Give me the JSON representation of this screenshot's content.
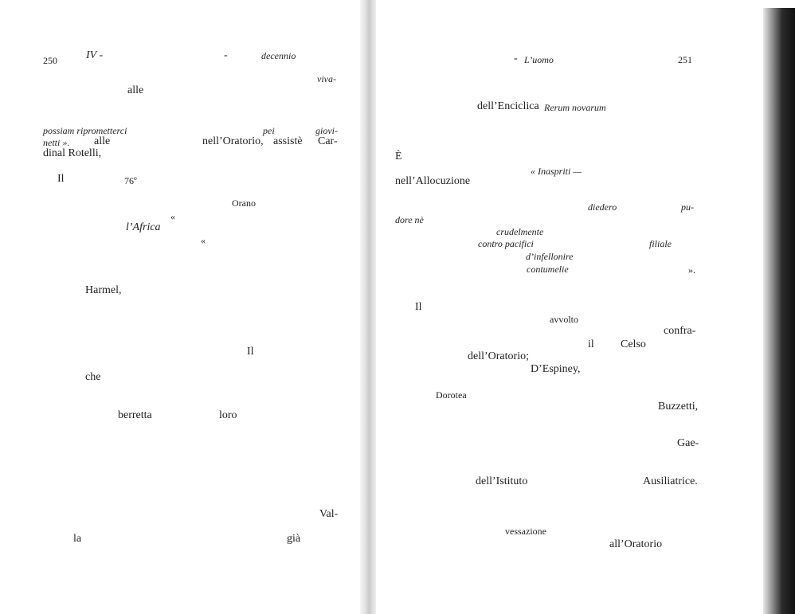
{
  "left_page": {
    "page_number": "250",
    "running_head": {
      "chapter": "IV -",
      "dash": "-",
      "word": "decennio"
    },
    "words": {
      "w1": "viva-",
      "w2": "alle",
      "w3": "possiam riprometterci",
      "w4": "pei",
      "w5": "giovi-",
      "w6": "netti ».",
      "w7": "alle",
      "w8": "nell’Oratorio,",
      "w9": "assistè",
      "w10": "Car-",
      "w11": "dinal Rotelli,",
      "w12": "Il",
      "w13": "76º",
      "w14": "Orano",
      "w15": "«",
      "w16": "l’Africa",
      "w17": "«",
      "w18": "Harmel,",
      "w19": "Il",
      "w20": "che",
      "w21": "berretta",
      "w22": "loro",
      "w23": "Val-",
      "w24": "la",
      "w25": "già"
    }
  },
  "right_page": {
    "page_number": "251",
    "running_head": {
      "dash": "-",
      "word": "L’uomo"
    },
    "words": {
      "r1": "dell’Enciclica",
      "r2": "Rerum novarum",
      "r3": "È",
      "r4": "« Inaspriti —",
      "r5": "nell’Allocuzione",
      "r6": "diedero",
      "r7": "pu-",
      "r8": "dore nè",
      "r9": "crudelmente",
      "r10": "contro pacifici",
      "r11": "filiale",
      "r12": "d’infellonire",
      "r13": "contumelie",
      "r14": "».",
      "r15": "Il",
      "r16": "avvolto",
      "r17": "confra-",
      "r18": "il",
      "r19": "Celso",
      "r20": "dell’Oratorio;",
      "r21": "D’Espiney,",
      "r22": "Dorotea",
      "r23": "Buzzetti,",
      "r24": "Gae-",
      "r25": "dell’Istituto",
      "r26": "Ausiliatrice.",
      "r27": "vessazione",
      "r28": "all’Oratorio"
    }
  }
}
